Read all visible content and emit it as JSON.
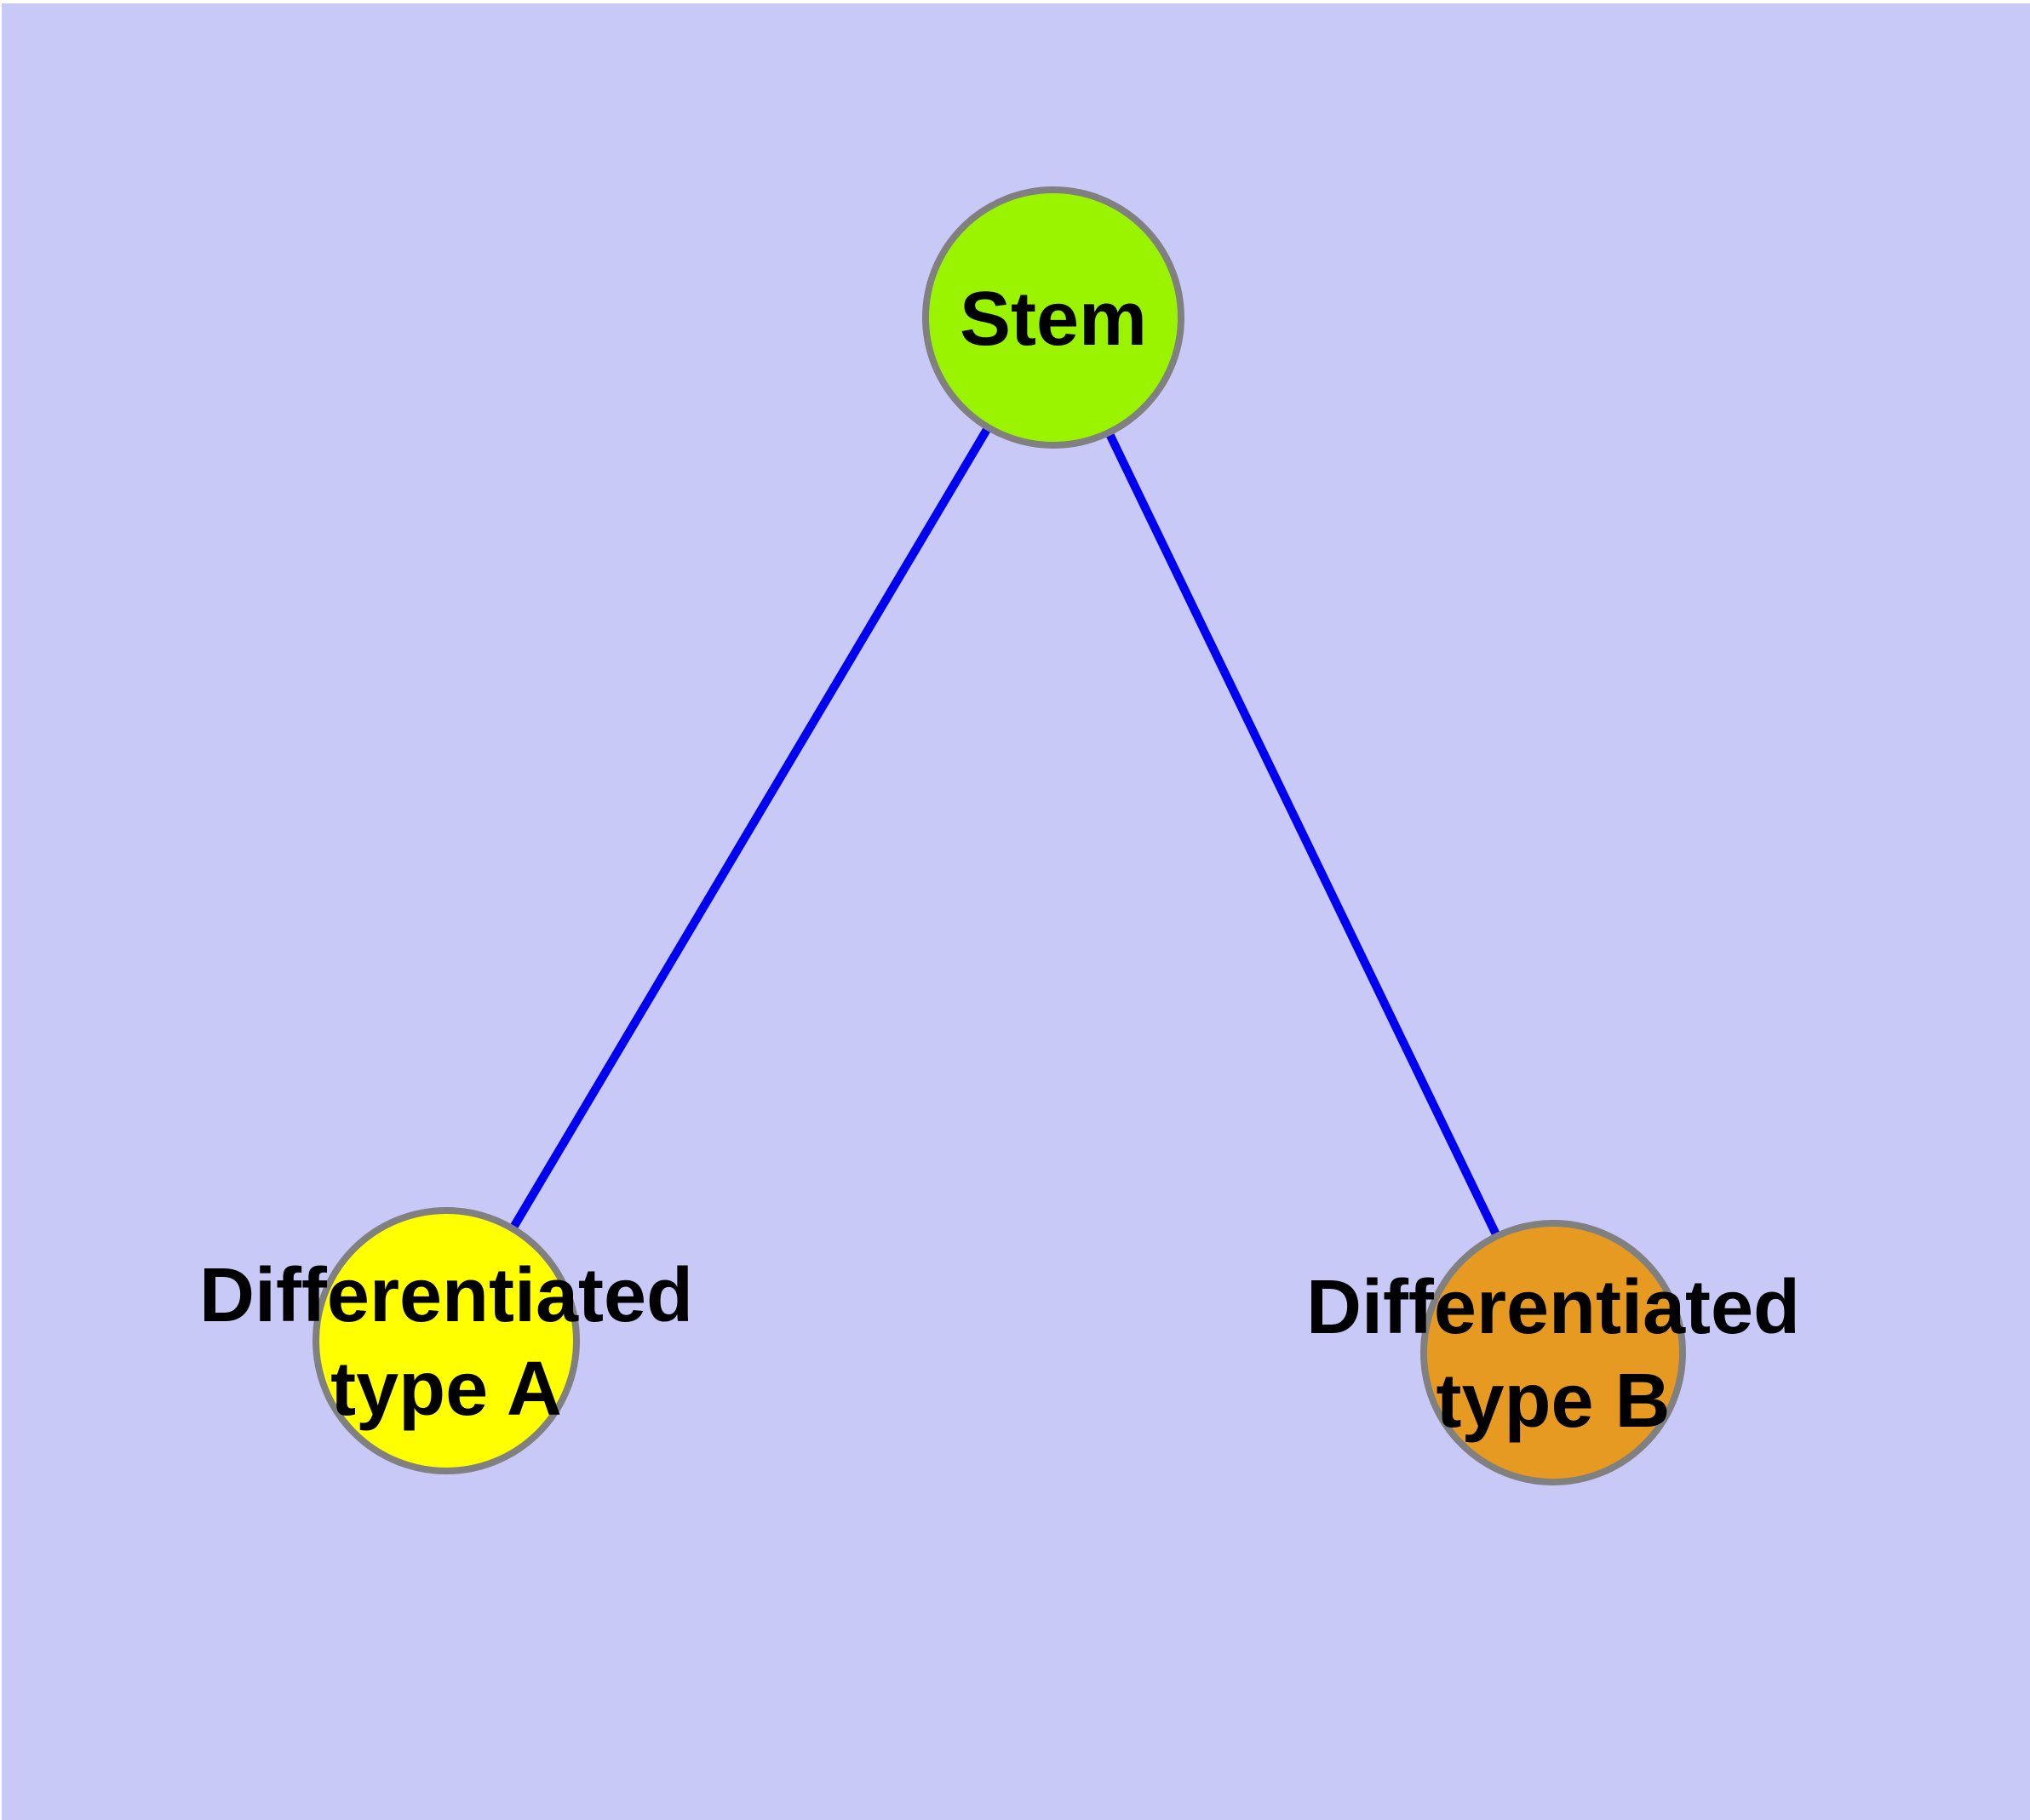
{
  "diagram": {
    "type": "node-link-graph",
    "background_color": "#c9c9f7",
    "edge_color": "#0000f0",
    "node_border_color": "#808080",
    "label_color": "#000000",
    "nodes": [
      {
        "id": "stem",
        "label": "Stem",
        "fill": "#9af400"
      },
      {
        "id": "differentiated-type-a",
        "label_line1": "Differentiated",
        "label_line2": "type A",
        "fill": "#ffff00"
      },
      {
        "id": "differentiated-type-b",
        "label_line1": "Differentiated",
        "label_line2": "type B",
        "fill": "#e69a21"
      }
    ],
    "edges": [
      {
        "from": "Stem",
        "to": "Differentiated type A"
      },
      {
        "from": "Stem",
        "to": "Differentiated type B"
      }
    ]
  }
}
